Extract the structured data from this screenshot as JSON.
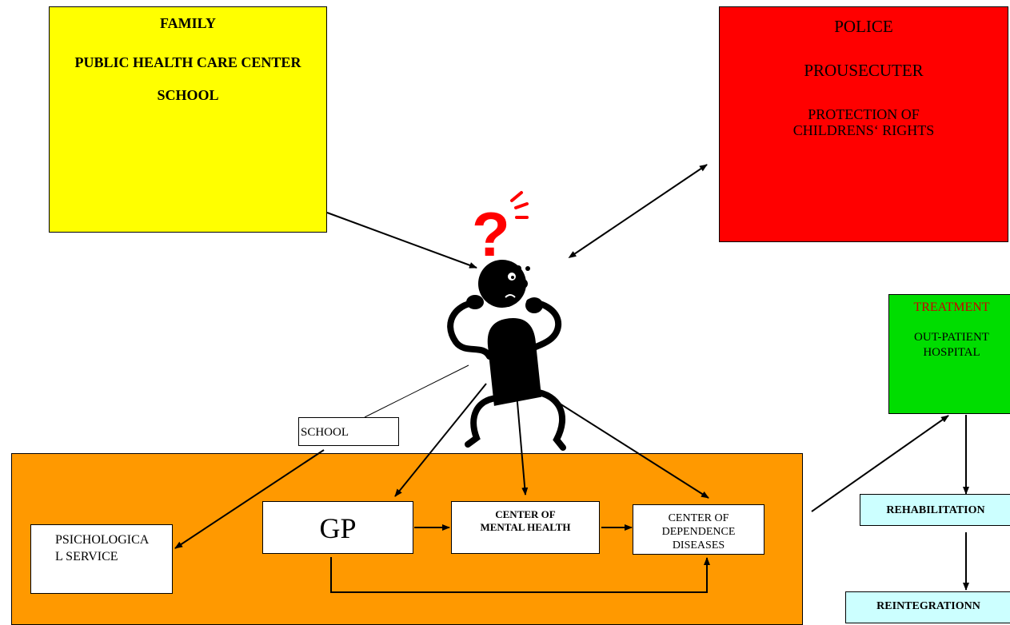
{
  "family_box": {
    "family": "FAMILY",
    "public_health_care_center": "PUBLIC HEALTH CARE CENTER",
    "school": "SCHOOL"
  },
  "police_box": {
    "police": "POLICE",
    "prousecuter": "PROUSECUTER",
    "protection": "PROTECTION OF CHILDRENS‘ RIGHTS"
  },
  "figure": {
    "question_mark": "?"
  },
  "school_label": "SCHOOL",
  "services": {
    "psichological": "PSICHOLOGICAL SERVICE",
    "gp": "GP",
    "mental_health": "CENTER OF MENTAL HEALTH",
    "dependence": "CENTER OF DEPENDENCE DISEASES"
  },
  "treatment_box": {
    "treatment": "TREATMENT",
    "out_patient": "OUT-PATIENT HOSPITAL"
  },
  "rehabilitation": "REHABILITATION",
  "reintegration": "REINTEGRATIONN",
  "colors": {
    "family_box": "#ffff00",
    "police_box": "#ff0000",
    "orange_box": "#ff9900",
    "treatment_box": "#00dd00",
    "treatment_title": "#cc0000",
    "rehab_boxes": "#ccffff"
  }
}
